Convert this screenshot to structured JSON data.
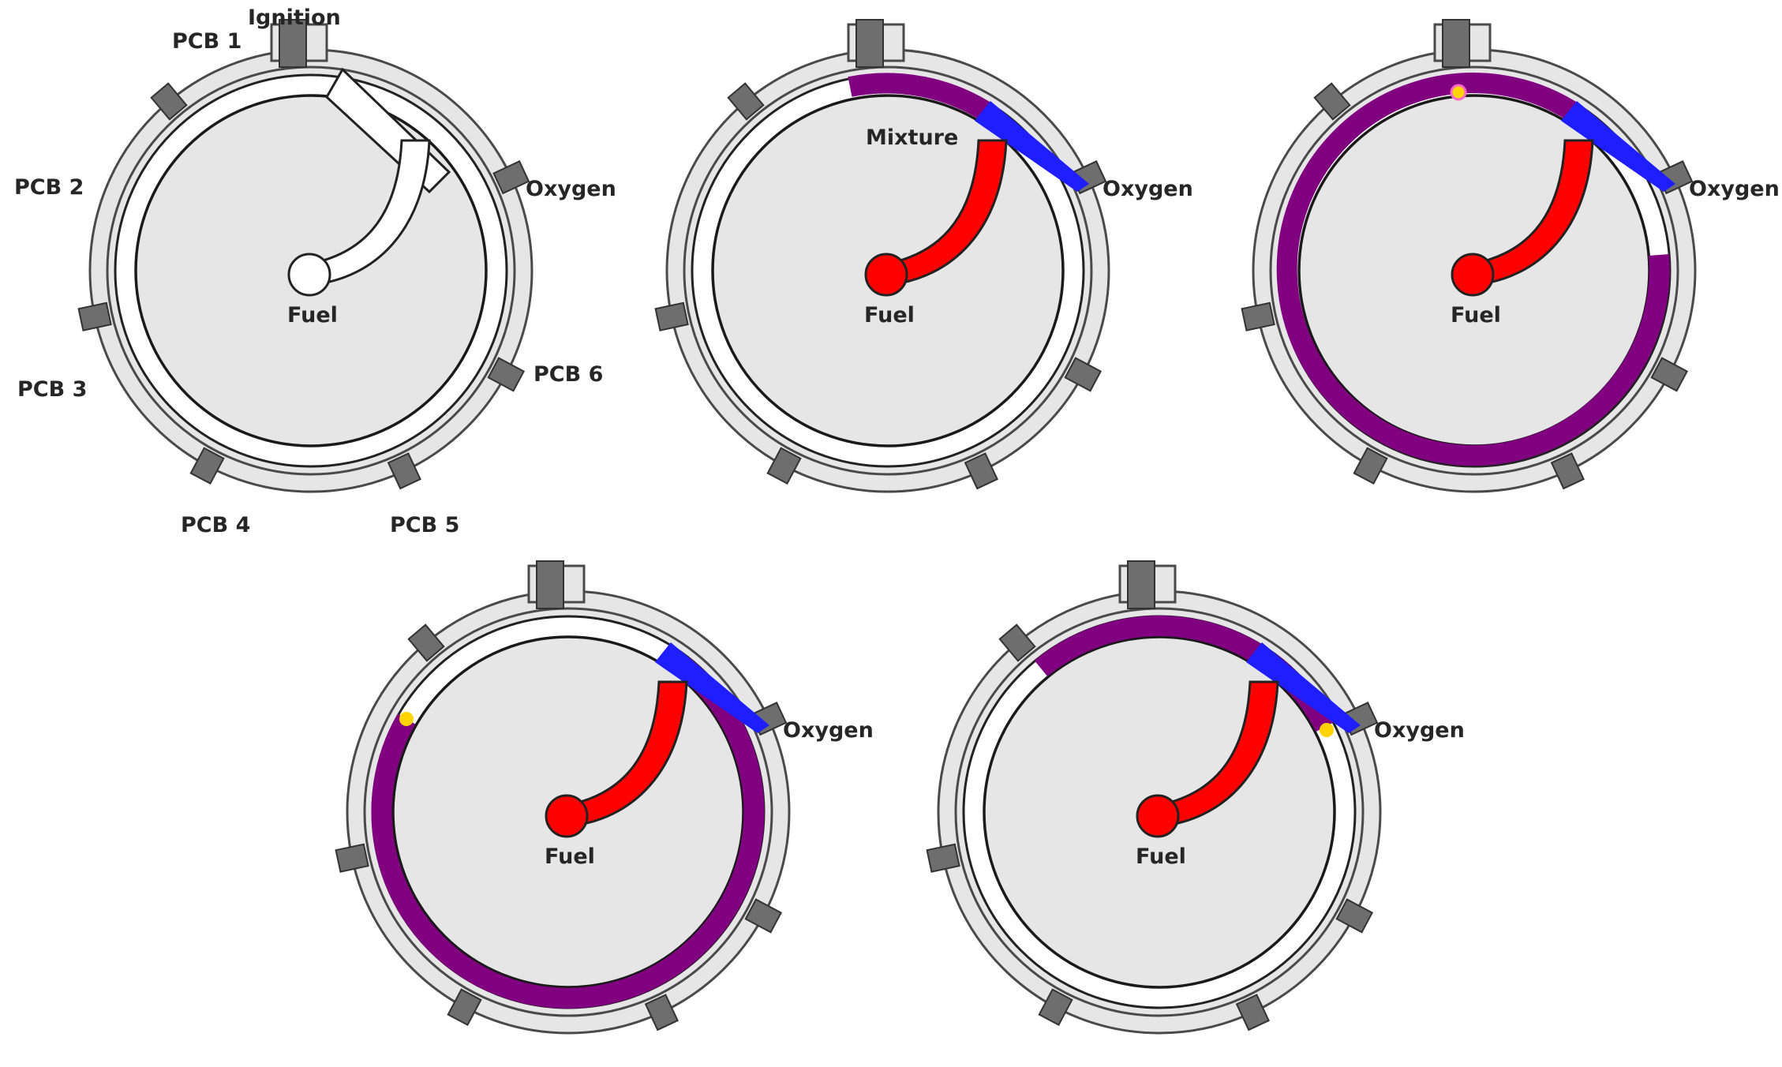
{
  "labels": {
    "ignition": "Ignition",
    "oxygen": "Oxygen",
    "fuel": "Fuel",
    "mixture": "Mixture",
    "pcb1": "PCB 1",
    "pcb2": "PCB 2",
    "pcb3": "PCB 3",
    "pcb4": "PCB 4",
    "pcb5": "PCB 5",
    "pcb6": "PCB 6"
  },
  "colors": {
    "fuel": "#ff0000",
    "oxygen": "#1e1eff",
    "mixture": "#800080",
    "flame": "#ffd400",
    "housing": "#e6e6e6",
    "pcb": "#6e6e6e"
  },
  "panels": [
    {
      "id": "panel-1",
      "state": "empty",
      "labels": [
        "Ignition",
        "PCB 1",
        "PCB 2",
        "PCB 3",
        "PCB 4",
        "PCB 5",
        "PCB 6",
        "Oxygen",
        "Fuel"
      ]
    },
    {
      "id": "panel-2",
      "state": "mixture-forming",
      "labels": [
        "Mixture",
        "Oxygen",
        "Fuel"
      ]
    },
    {
      "id": "panel-3",
      "state": "ignition",
      "labels": [
        "Oxygen",
        "Fuel"
      ]
    },
    {
      "id": "panel-4",
      "state": "flame-propagation",
      "labels": [
        "Oxygen",
        "Fuel"
      ]
    },
    {
      "id": "panel-5",
      "state": "late-propagation",
      "labels": [
        "Oxygen",
        "Fuel"
      ]
    }
  ]
}
